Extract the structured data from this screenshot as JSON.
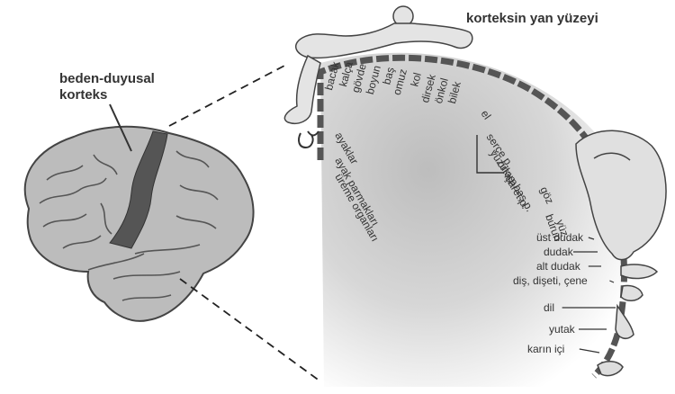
{
  "brain_label": {
    "line1": "beden-duyusal",
    "line2": "korteks"
  },
  "cortex_title": "korteksin yan yüzeyi",
  "body_part_labels": [
    "bacak",
    "kalça",
    "gövde",
    "boyun",
    "baş",
    "omuz",
    "kol",
    "dirsek",
    "önkol",
    "bilek",
    "el",
    "serçe p.",
    "yüzük p.",
    "orta p.",
    "işaret p.",
    "baş p.",
    "göz",
    "burun",
    "yüz",
    "üst dudak",
    "dudak",
    "alt dudak",
    "diş, dişeti, çene",
    "dil",
    "yutak",
    "karın içi",
    "ayaklar",
    "ayak parmakları",
    "üreme organları"
  ],
  "colors": {
    "ink": "#333333",
    "gray_fill": "#b8b8b8",
    "dark_strip": "#555555",
    "cortex_gray": "#c9c9c9"
  }
}
